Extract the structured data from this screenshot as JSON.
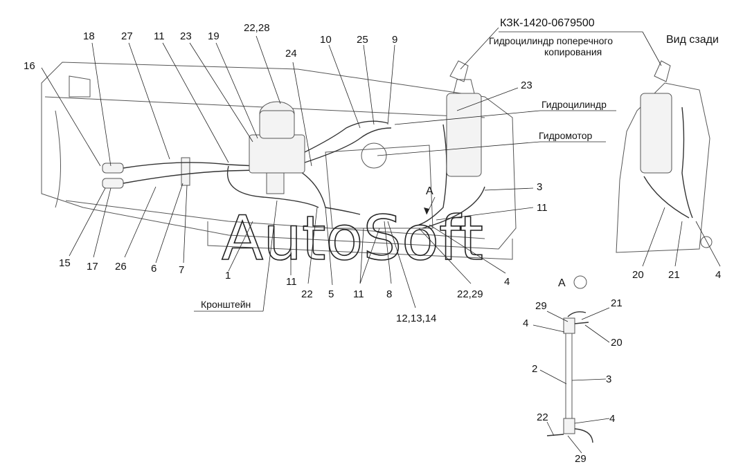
{
  "title": "КЗК-1420-0679500",
  "captions": {
    "cylinder_transverse": [
      "Гидроцилиндр поперечного",
      "копирования"
    ],
    "view_rear": "Вид сзади",
    "cylinder": "Гидроцилиндр",
    "motor": "Гидромотор",
    "bracket": "Кронштейн",
    "view_a": "А",
    "arrow_a": "А"
  },
  "watermark": "AutoSoft",
  "callouts": {
    "c16": "16",
    "c18": "18",
    "c27": "27",
    "c11a": "11",
    "c23a": "23",
    "c19": "19",
    "c2228": "22,28",
    "c24": "24",
    "c10": "10",
    "c25": "25",
    "c9": "9",
    "c23b": "23",
    "c3a": "3",
    "c11b": "11",
    "c15": "15",
    "c17": "17",
    "c26": "26",
    "c6": "6",
    "c7": "7",
    "c1": "1",
    "c11c": "11",
    "c22a": "22",
    "c5": "5",
    "c11d": "11",
    "c8": "8",
    "c121314": "12,13,14",
    "c2229": "22,29",
    "c4a": "4",
    "c20a": "20",
    "c21a": "21",
    "c4b": "4",
    "c29a": "29",
    "c21b": "21",
    "c4c": "4",
    "c20b": "20",
    "c2": "2",
    "c3b": "3",
    "c22b": "22",
    "c4d": "4",
    "c29b": "29"
  }
}
